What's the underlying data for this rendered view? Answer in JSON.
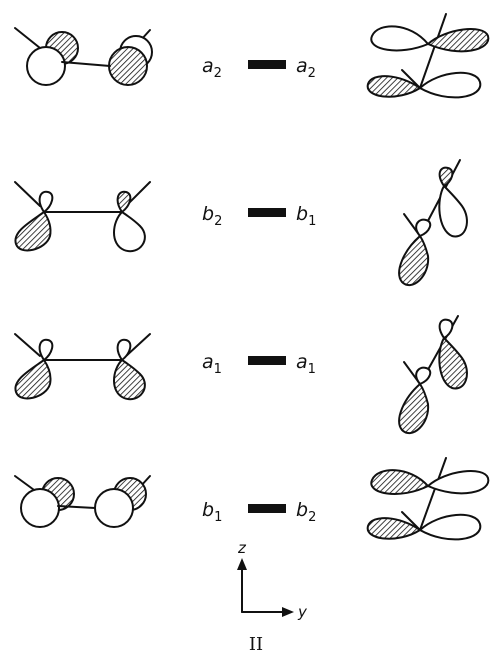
{
  "rows": [
    {
      "left_label": {
        "sym": "a",
        "sub": "2"
      },
      "right_label": {
        "sym": "a",
        "sub": "2"
      }
    },
    {
      "left_label": {
        "sym": "b",
        "sub": "2"
      },
      "right_label": {
        "sym": "b",
        "sub": "1"
      }
    },
    {
      "left_label": {
        "sym": "a",
        "sub": "1"
      },
      "right_label": {
        "sym": "a",
        "sub": "1"
      }
    },
    {
      "left_label": {
        "sym": "b",
        "sub": "1"
      },
      "right_label": {
        "sym": "b",
        "sub": "2"
      }
    }
  ],
  "axes": {
    "vertical": "z",
    "horizontal": "y"
  },
  "roman_label": "II"
}
